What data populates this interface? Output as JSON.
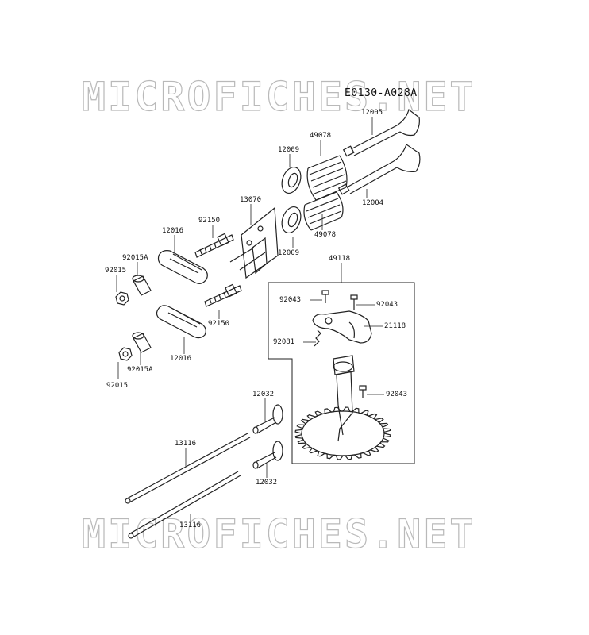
{
  "diagram": {
    "code": "E0130-A028A",
    "watermark_text": "MICROFICHES.NET",
    "callouts": {
      "c12005": "12005",
      "c49078a": "49078",
      "c12009a": "12009",
      "c12004": "12004",
      "c13070": "13070",
      "c92150a": "92150",
      "c12016a": "12016",
      "c49078b": "49078",
      "c12009b": "12009",
      "c49118": "49118",
      "c92015Aa": "92015A",
      "c92015a": "92015",
      "c92150b": "92150",
      "c92043a": "92043",
      "c92043b": "92043",
      "c21118": "21118",
      "c92081": "92081",
      "c12016b": "12016",
      "c92015Ab": "92015A",
      "c92015b": "92015",
      "c12032a": "12032",
      "c92043c": "92043",
      "c13116a": "13116",
      "c12032b": "12032",
      "c13116b": "13116"
    }
  }
}
